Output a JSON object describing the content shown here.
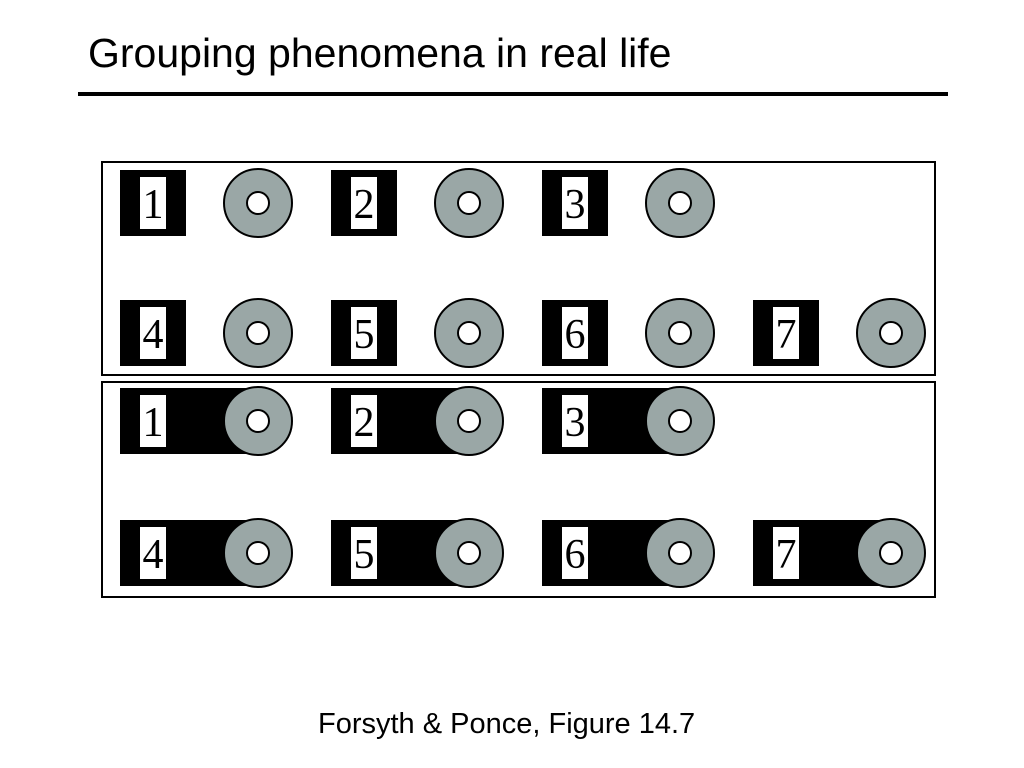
{
  "slide": {
    "title": "Grouping phenomena in real life",
    "caption": "Forsyth & Ponce, Figure 14.7"
  },
  "figure": {
    "colors": {
      "ink": "#000000",
      "ring": "#9aa7a6",
      "paper": "#ffffff"
    },
    "panels": [
      {
        "name": "separate",
        "connected": false,
        "rows": [
          {
            "labels": [
              "1",
              "2",
              "3"
            ]
          },
          {
            "labels": [
              "4",
              "5",
              "6",
              "7"
            ]
          }
        ]
      },
      {
        "name": "connected",
        "connected": true,
        "rows": [
          {
            "labels": [
              "1",
              "2",
              "3"
            ]
          },
          {
            "labels": [
              "4",
              "5",
              "6",
              "7"
            ]
          }
        ]
      }
    ]
  }
}
